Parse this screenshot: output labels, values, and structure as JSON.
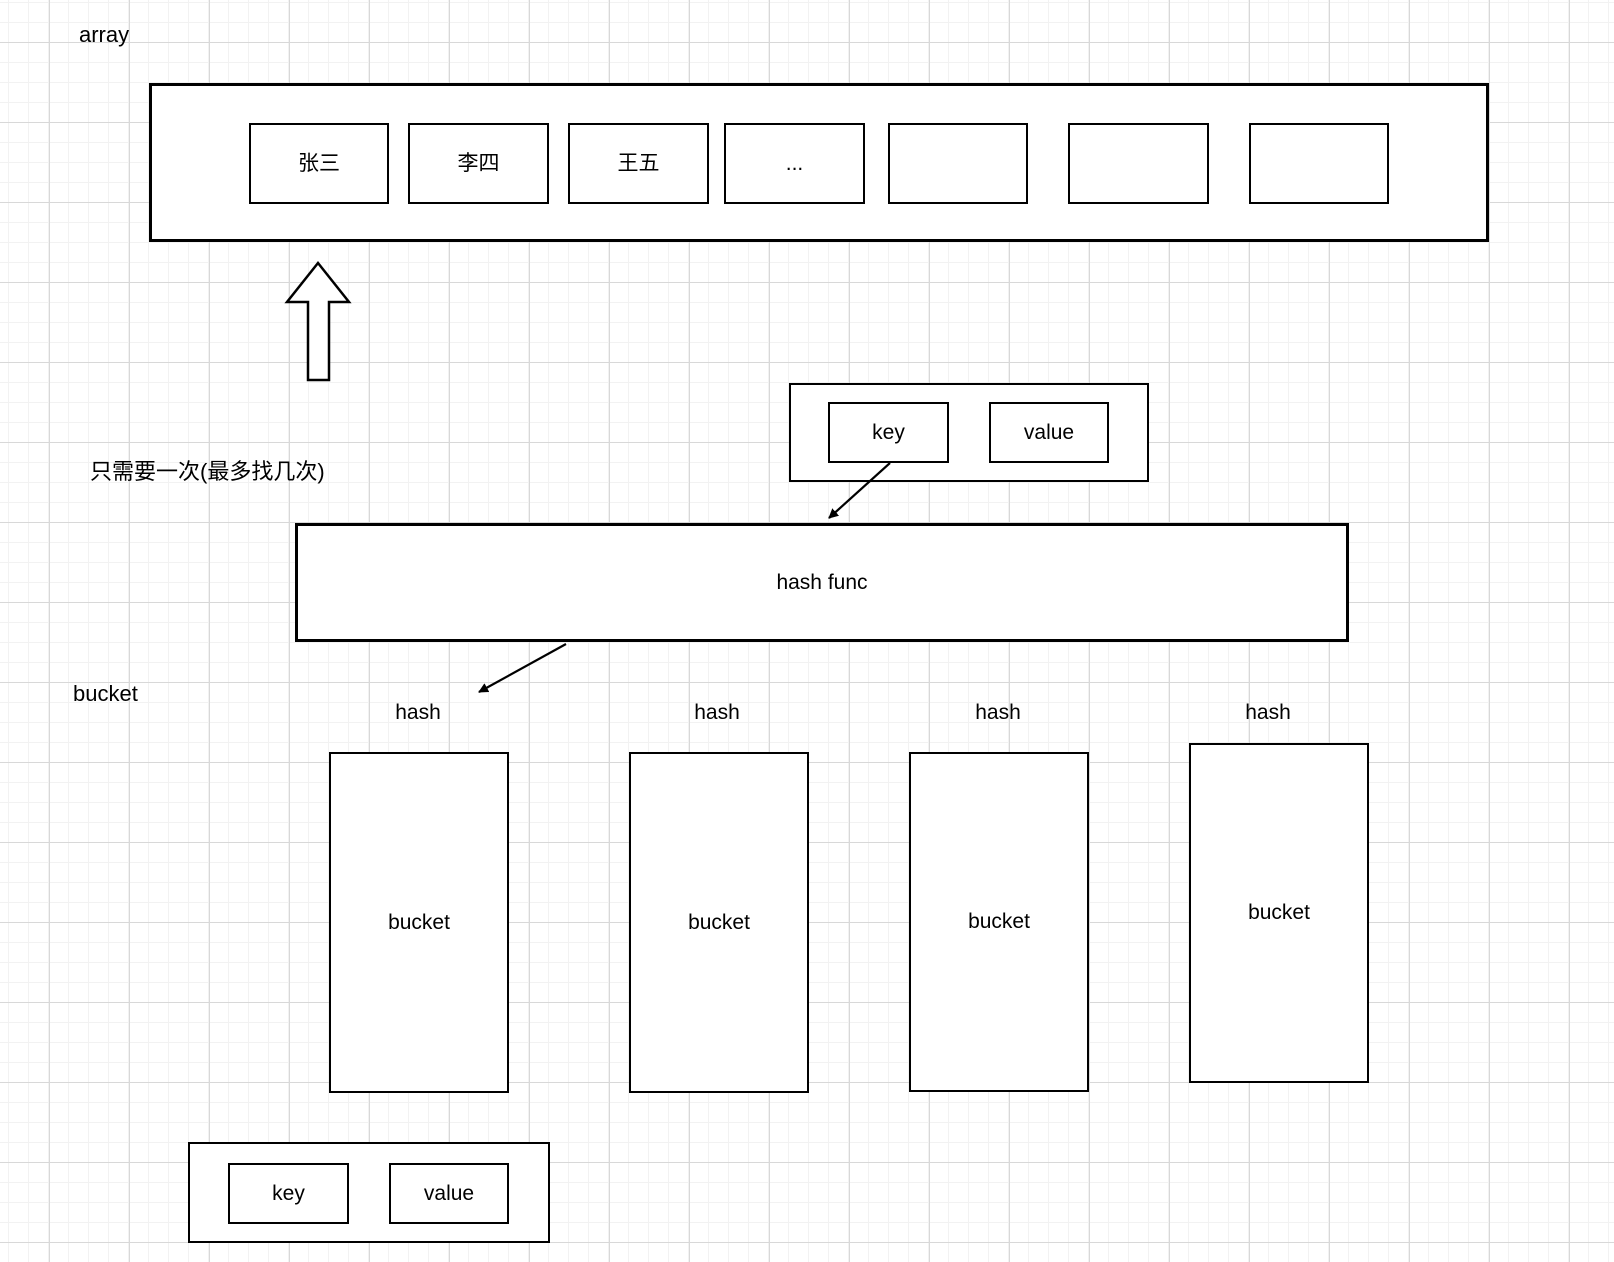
{
  "labels": {
    "array": "array",
    "note": "只需要一次(最多找几次)",
    "bucket_section": "bucket"
  },
  "array": {
    "cells": [
      {
        "text": "张三"
      },
      {
        "text": "李四"
      },
      {
        "text": "王五"
      },
      {
        "text": "..."
      },
      {
        "text": ""
      },
      {
        "text": ""
      },
      {
        "text": ""
      }
    ]
  },
  "kv_top": {
    "key": "key",
    "value": "value"
  },
  "hash_func": {
    "label": "hash func"
  },
  "buckets": [
    {
      "hash_label": "hash",
      "label": "bucket"
    },
    {
      "hash_label": "hash",
      "label": "bucket"
    },
    {
      "hash_label": "hash",
      "label": "bucket"
    },
    {
      "hash_label": "hash",
      "label": "bucket"
    }
  ],
  "kv_bottom": {
    "key": "key",
    "value": "value"
  },
  "colors": {
    "stroke": "#000000",
    "fill": "#ffffff",
    "grid_minor": "#f2f2f2",
    "grid_major": "#d8d8d8"
  }
}
